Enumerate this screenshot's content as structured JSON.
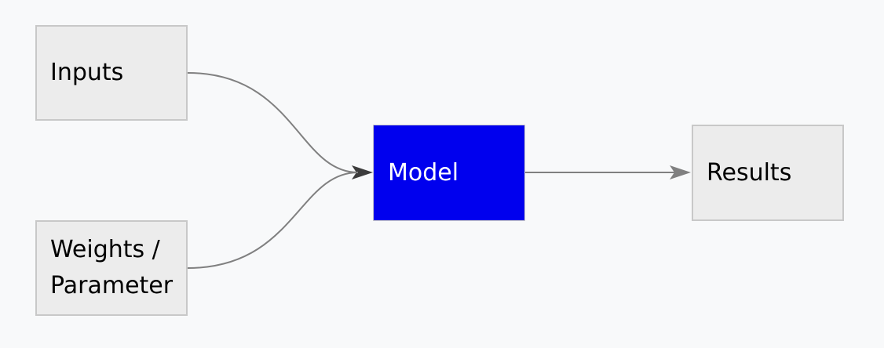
{
  "diagram": {
    "nodes": [
      {
        "id": "inputs",
        "label": "Inputs"
      },
      {
        "id": "weights",
        "label": "Weights / Parameter"
      },
      {
        "id": "model",
        "label": "Model"
      },
      {
        "id": "results",
        "label": "Results"
      }
    ],
    "edges": [
      {
        "from": "inputs",
        "to": "model"
      },
      {
        "from": "weights",
        "to": "model"
      },
      {
        "from": "model",
        "to": "results"
      }
    ]
  },
  "colors": {
    "background": "#f8f9fa",
    "node_fill": "#ececec",
    "node_border": "#c8c8c8",
    "accent_fill": "#0000ee",
    "accent_text": "#ffffff",
    "edge": "#808080",
    "arrowhead_dark": "#3c3c3c"
  }
}
